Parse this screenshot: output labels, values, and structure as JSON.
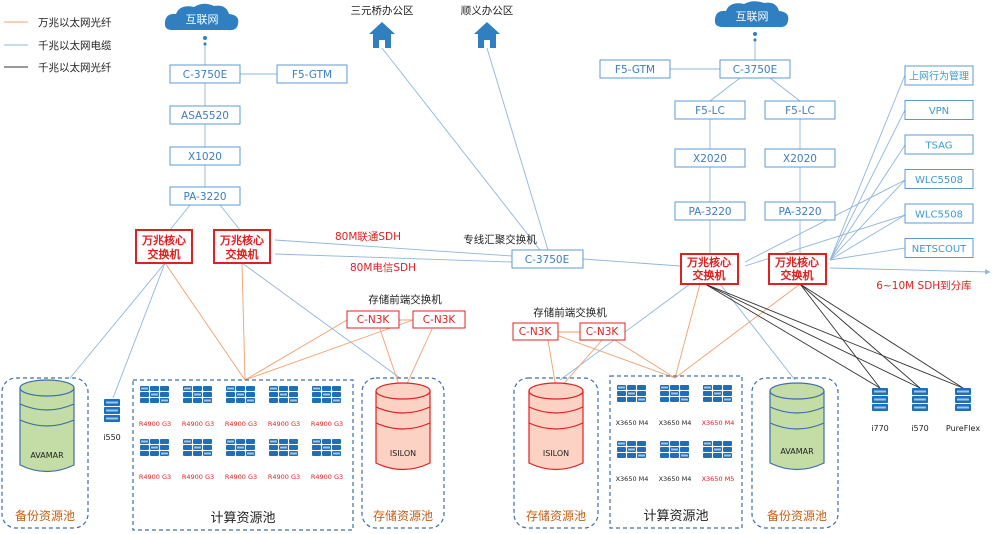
{
  "legend": {
    "orange_label": "万兆以太网光纤",
    "blue_label": "千兆以太网电缆",
    "black_label": "千兆以太网光纤"
  },
  "colors": {
    "orange": "#f0a070",
    "blue": "#8fb6dc",
    "black": "#333333",
    "core_red": "#e02020",
    "box_blue": "#5b9bd5"
  },
  "left": {
    "internet": "互联网",
    "c3750e": "C-3750E",
    "f5gtm": "F5-GTM",
    "asa": "ASA5520",
    "x1020": "X1020",
    "pa": "PA-3220",
    "core1": [
      "万兆核心",
      "交换机"
    ],
    "core2": [
      "万兆核心",
      "交换机"
    ],
    "storage_switch_label": "存储前端交换机",
    "cn3k_1": "C-N3K",
    "cn3k_2": "C-N3K",
    "backup_pool": "备份资源池",
    "avamar": "AVAMAR",
    "i550": "i550",
    "compute_pool": "计算资源池",
    "storage_pool": "存储资源池",
    "isilon": "ISILON",
    "servers": [
      "R4900 G3",
      "R4900 G3",
      "R4900 G3",
      "R4900 G3",
      "R4900 G3",
      "R4900 G3",
      "R4900 G3",
      "R4900 G3",
      "R4900 G3",
      "R4900 G3"
    ]
  },
  "middle": {
    "office1": "三元桥办公区",
    "office2": "顺义办公区",
    "link_unicom": "80M联通SDH",
    "link_telecom": "80M电信SDH",
    "aggr_label": "专线汇聚交换机",
    "aggr": "C-3750E"
  },
  "right": {
    "internet": "互联网",
    "c3750e": "C-3750E",
    "f5gtm": "F5-GTM",
    "f5lc1": "F5-LC",
    "f5lc2": "F5-LC",
    "x2020_1": "X2020",
    "x2020_2": "X2020",
    "pa1": "PA-3220",
    "pa2": "PA-3220",
    "core1": [
      "万兆核心",
      "交换机"
    ],
    "core2": [
      "万兆核心",
      "交换机"
    ],
    "side_boxes": [
      "上网行为管理",
      "VPN",
      "TSAG",
      "WLC5508",
      "WLC5508",
      "NETSCOUT"
    ],
    "sdh_link": "6~10M SDH到分库",
    "storage_switch_label": "存储前端交换机",
    "cn3k_1": "C-N3K",
    "cn3k_2": "C-N3K",
    "storage_pool": "存储资源池",
    "isilon": "ISILON",
    "compute_pool": "计算资源池",
    "servers": [
      "X3650 M4",
      "X3650 M4",
      "X3650 M4",
      "X3650 M4",
      "X3650 M4",
      "X3650 M5"
    ],
    "backup_pool": "备份资源池",
    "avamar": "AVAMAR",
    "ext_servers": [
      "i770",
      "i570",
      "PureFlex"
    ]
  }
}
